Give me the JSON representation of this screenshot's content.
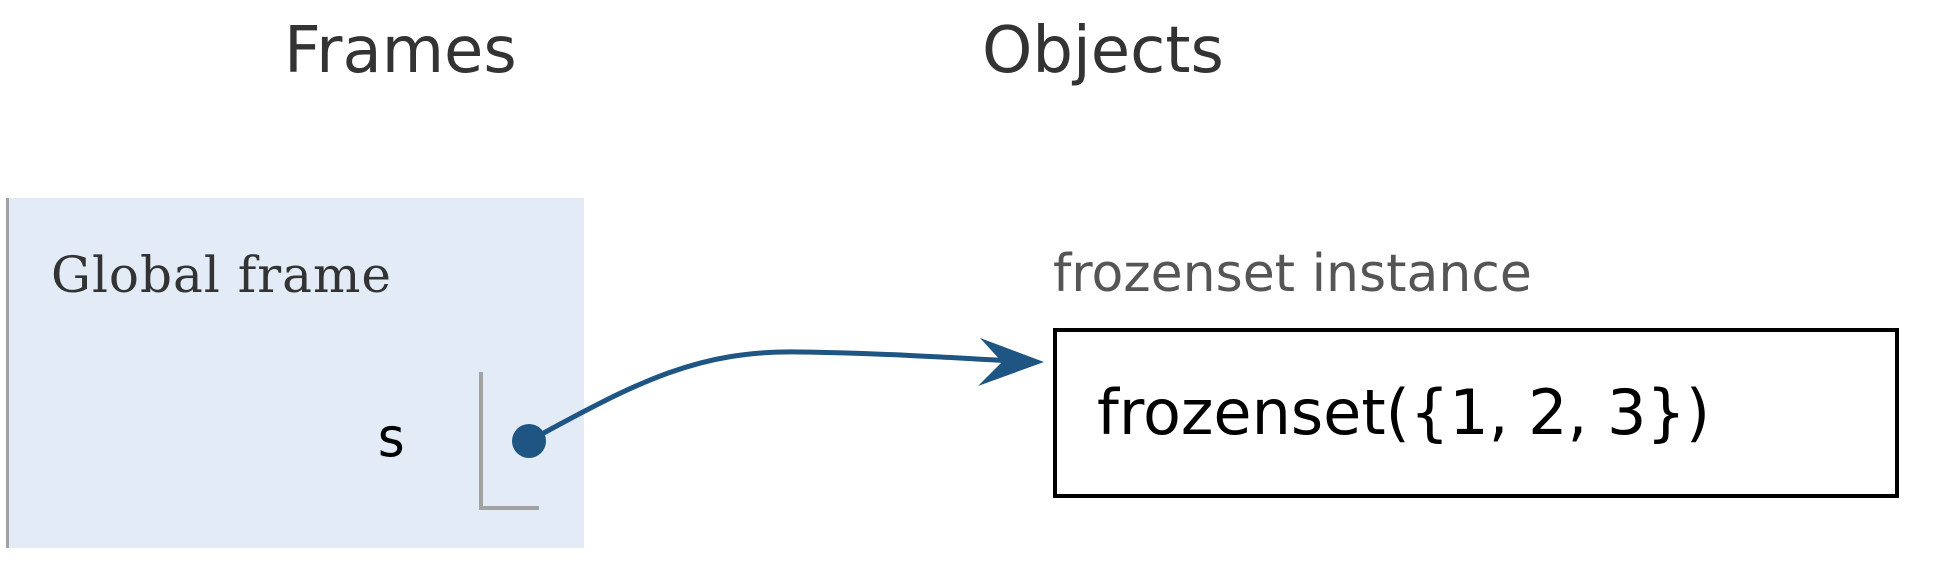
{
  "headers": {
    "frames": "Frames",
    "objects": "Objects"
  },
  "frames": [
    {
      "name": "Global frame",
      "variables": [
        {
          "name": "s",
          "value_type": "pointer",
          "points_to": "frozenset instance"
        }
      ]
    }
  ],
  "objects": [
    {
      "type_label": "frozenset instance",
      "value": "frozenset({1, 2, 3})"
    }
  ],
  "colors": {
    "frame_background": "#e2ebf6",
    "frame_border": "#a2a2a2",
    "pointer": "#1f5582",
    "object_border": "#000000",
    "title_text": "#333333",
    "type_label_text": "#555555"
  }
}
